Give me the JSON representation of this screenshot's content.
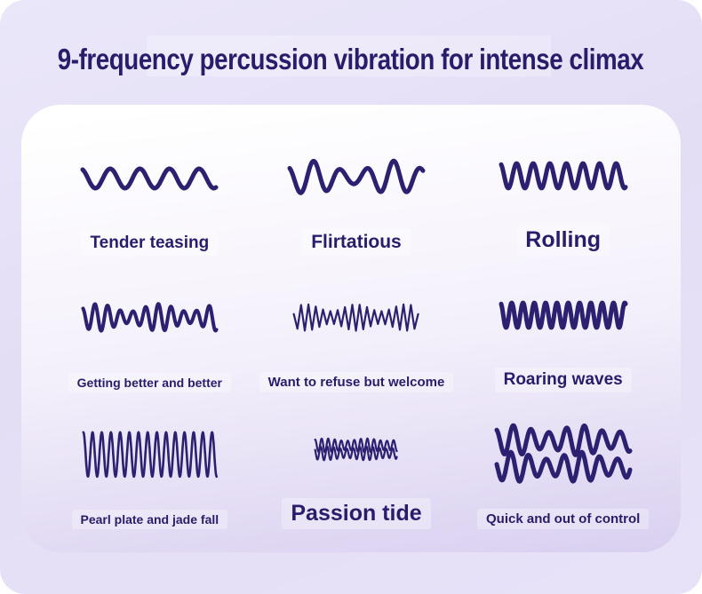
{
  "title": "9-frequency percussion vibration for intense climax",
  "colors": {
    "wave_stroke": "#2b2170",
    "text": "#291d6b",
    "background_top": "#ebe7fa",
    "background_bottom": "#e4def5",
    "card_top": "#ffffff",
    "card_bottom": "#d9d0f0"
  },
  "modes": [
    {
      "label": "Tender teasing",
      "wave": {
        "style": "sine",
        "w": 150,
        "h": 42,
        "amp": 11,
        "cycles": 4.5,
        "stroke": 5,
        "phase": 2.0,
        "mod": 0,
        "modCycles": 1,
        "lines": 1,
        "gap": 0
      }
    },
    {
      "label": "Flirtatious",
      "wave": {
        "style": "sine",
        "w": 150,
        "h": 54,
        "amp": 13,
        "cycles": 5,
        "stroke": 5,
        "phase": 2.2,
        "mod": 0.45,
        "modCycles": 1.6,
        "lines": 1,
        "gap": 0
      }
    },
    {
      "label": "Rolling",
      "wave": {
        "style": "sine",
        "w": 140,
        "h": 46,
        "amp": 14,
        "cycles": 7.5,
        "stroke": 5,
        "phase": 2.0,
        "mod": 0,
        "modCycles": 1,
        "lines": 1,
        "gap": 0
      }
    },
    {
      "label": "Getting better and better",
      "wave": {
        "style": "sine",
        "w": 150,
        "h": 50,
        "amp": 11,
        "cycles": 10.5,
        "stroke": 4,
        "phase": 2.0,
        "mod": 0.4,
        "modCycles": 2.2,
        "lines": 1,
        "gap": 0
      }
    },
    {
      "label": "Want to refuse but welcome",
      "wave": {
        "style": "zigzag",
        "w": 140,
        "h": 42,
        "amp": 11,
        "cycles": 17,
        "stroke": 2.2,
        "phase": 0,
        "mod": 0.35,
        "modCycles": 2.5,
        "lines": 1,
        "gap": 0
      }
    },
    {
      "label": "Roaring waves",
      "wave": {
        "style": "sine",
        "w": 140,
        "h": 46,
        "amp": 14,
        "cycles": 11,
        "stroke": 5,
        "phase": 2.0,
        "mod": 0,
        "modCycles": 1,
        "lines": 1,
        "gap": 0
      }
    },
    {
      "label": "Pearl plate and jade fall",
      "wave": {
        "style": "sine",
        "w": 150,
        "h": 56,
        "amp": 25,
        "cycles": 14.5,
        "stroke": 2.6,
        "phase": 1.57,
        "mod": 0,
        "modCycles": 1,
        "lines": 1,
        "gap": 0
      }
    },
    {
      "label": "Passion tide",
      "wave": {
        "style": "sine",
        "w": 92,
        "h": 14,
        "amp": 6.5,
        "cycles": 12.5,
        "stroke": 2.2,
        "phase": 1.57,
        "mod": 0.2,
        "modCycles": 2,
        "lines": 2,
        "gap": 9
      }
    },
    {
      "label": "Quick and out of control",
      "wave": {
        "style": "sine",
        "w": 150,
        "h": 36,
        "amp": 13,
        "cycles": 7.5,
        "stroke": 5,
        "phase": 2.0,
        "mod": 0.3,
        "modCycles": 2,
        "lines": 2,
        "gap": 30
      }
    }
  ]
}
